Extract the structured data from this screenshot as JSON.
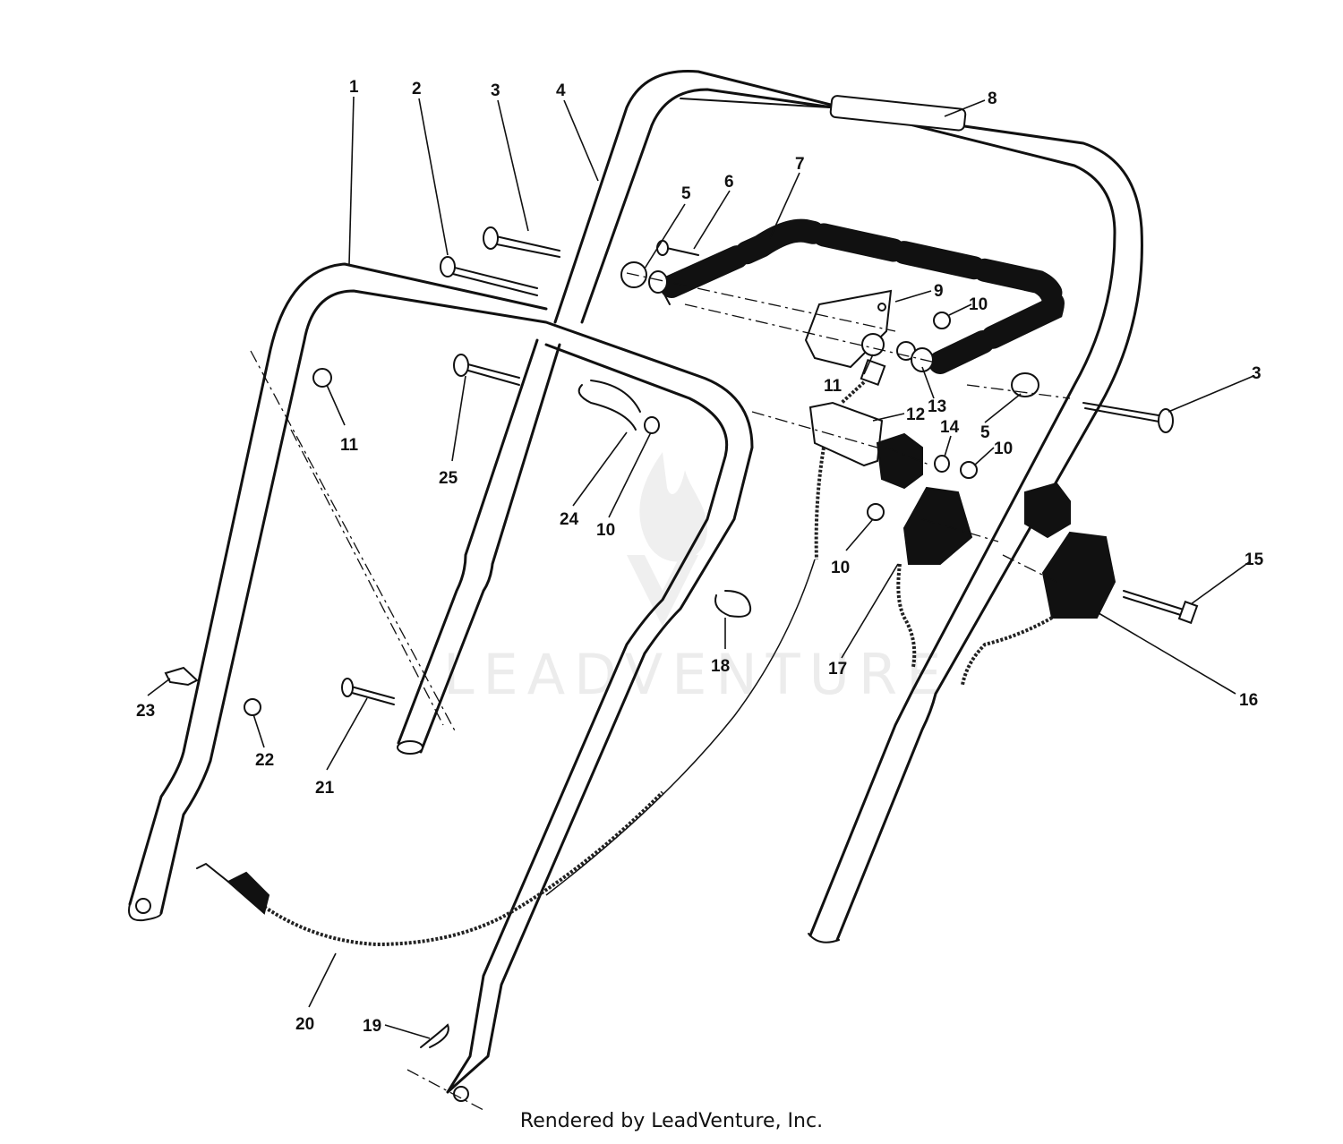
{
  "callouts": [
    "1",
    "2",
    "3",
    "4",
    "5",
    "6",
    "7",
    "8",
    "9",
    "10",
    "11",
    "12",
    "13",
    "14",
    "5",
    "10",
    "3",
    "15",
    "16",
    "17",
    "10",
    "18",
    "24",
    "10",
    "25",
    "11",
    "23",
    "22",
    "21",
    "20",
    "19"
  ],
  "watermark": "LEADVENTURE",
  "footer": "Rendered by LeadVenture, Inc.",
  "colors": {
    "line": "#111111",
    "background": "#ffffff",
    "watermark": "#ececec"
  }
}
